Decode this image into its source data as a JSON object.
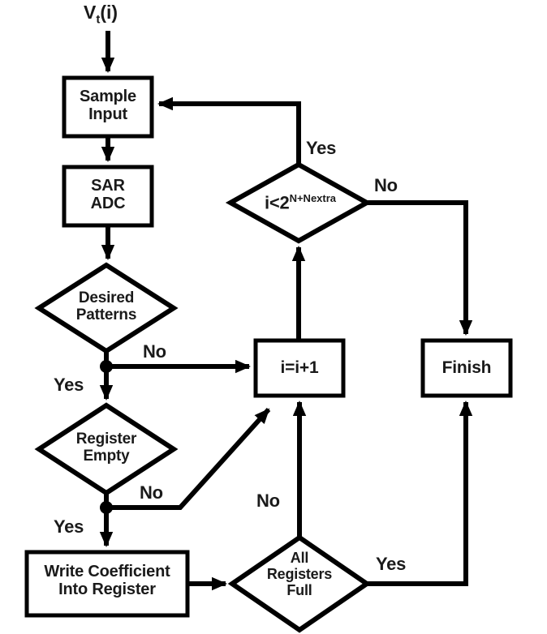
{
  "diagram": {
    "title": "SAR ADC calibration flowchart",
    "background_color": "#ffffff",
    "line_color": "#000000",
    "text_color": "#1a1a1a",
    "input_label": "V",
    "input_label_sub": "t",
    "input_label_rest": "(i)",
    "nodes": {
      "sample_input": {
        "line1": "Sample",
        "line2": "Input",
        "shape": "process"
      },
      "sar_adc": {
        "line1": "SAR",
        "line2": "ADC",
        "shape": "process"
      },
      "desired_patterns": {
        "line1": "Desired",
        "line2": "Patterns",
        "shape": "decision"
      },
      "register_empty": {
        "line1": "Register",
        "line2": "Empty",
        "shape": "decision"
      },
      "write_coefficient": {
        "line1": "Write Coefficient",
        "line2": "Into Register",
        "shape": "process"
      },
      "all_registers_full": {
        "line1": "All",
        "line2": "Registers",
        "line3": "Full",
        "shape": "decision"
      },
      "iteration_check": {
        "base": "i<2",
        "exponent": "N+Nextra",
        "shape": "decision"
      },
      "increment": {
        "line1": "i=i+1",
        "shape": "process"
      },
      "finish": {
        "line1": "Finish",
        "shape": "process"
      }
    },
    "edge_labels": {
      "iteration_yes": "Yes",
      "iteration_no": "No",
      "desired_no": "No",
      "desired_yes": "Yes",
      "register_no": "No",
      "register_yes": "Yes",
      "all_registers_no": "No",
      "all_registers_yes": "Yes"
    }
  }
}
